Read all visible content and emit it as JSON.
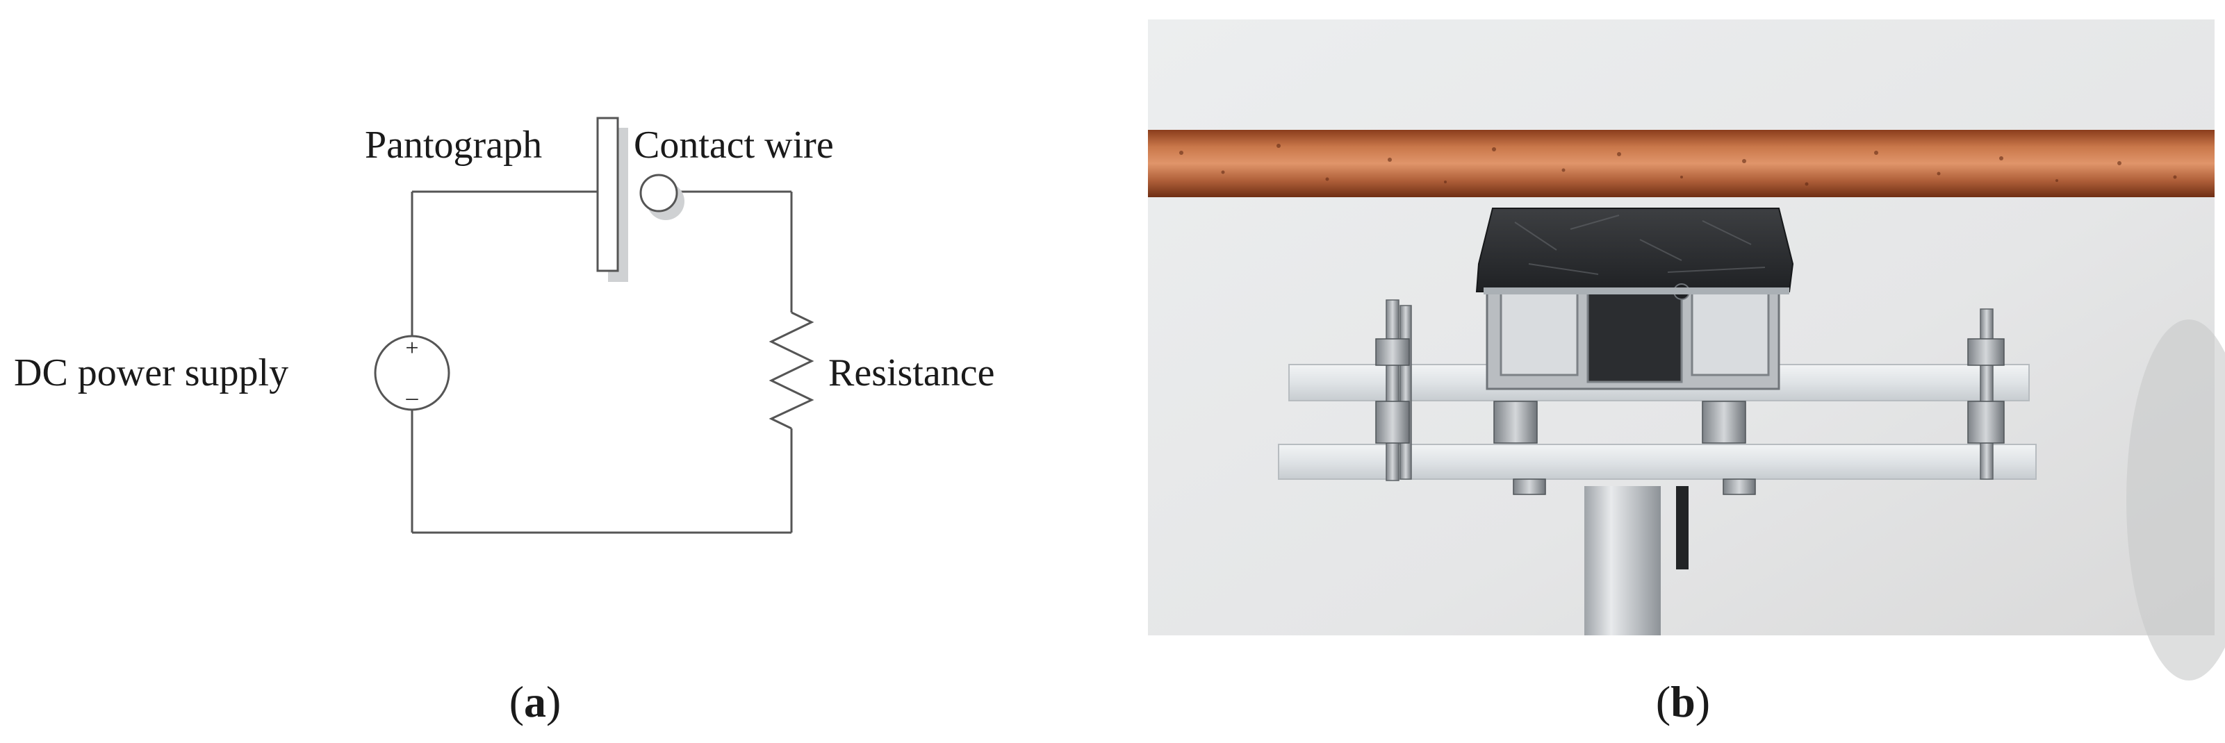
{
  "panel_a": {
    "labels": {
      "pantograph": "Pantograph",
      "contact_wire": "Contact wire",
      "dc_power_supply": "DC power supply",
      "resistance": "Resistance",
      "plus": "+",
      "minus": "–"
    },
    "caption": {
      "open": "(",
      "letter": "a",
      "close": ")"
    }
  },
  "panel_b": {
    "caption": {
      "open": "(",
      "letter": "b",
      "close": ")"
    }
  },
  "colors": {
    "wire": "#555555",
    "copper": "#b5643a",
    "background_photo": "#e6e7e8"
  }
}
